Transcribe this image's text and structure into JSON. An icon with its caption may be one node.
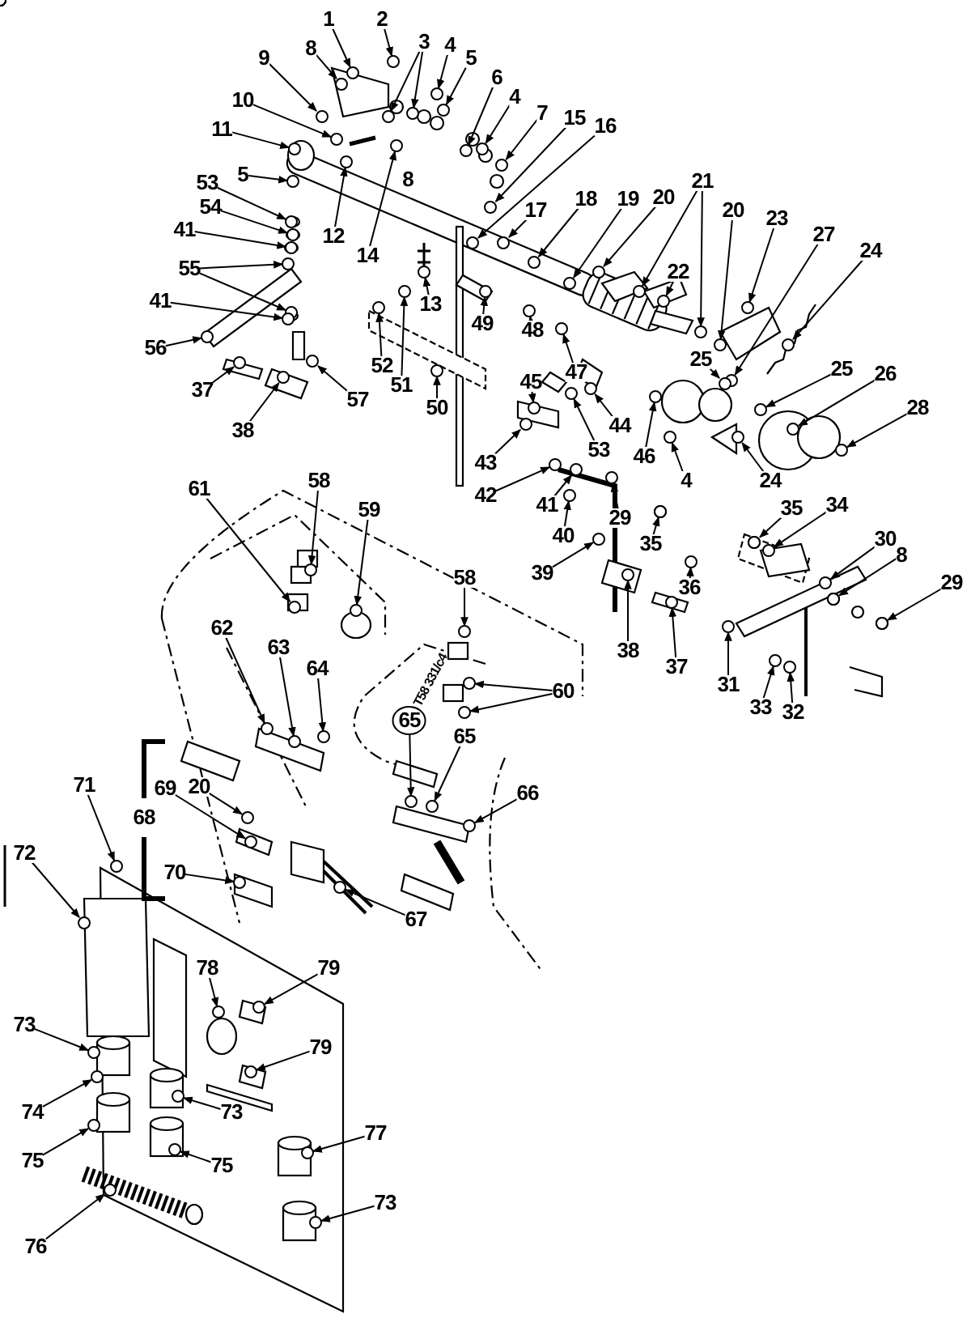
{
  "diagram": {
    "nodes": [
      {
        "text": [
          "1"
        ]
      },
      {
        "text": [
          "2"
        ]
      },
      {
        "text": [
          "3"
        ]
      },
      {
        "text": [
          "4"
        ]
      },
      {
        "text": [
          "5"
        ]
      },
      {
        "text": [
          "8"
        ]
      },
      {
        "text": [
          "9"
        ]
      },
      {
        "text": [
          "6"
        ]
      },
      {
        "text": [
          "4"
        ]
      },
      {
        "text": [
          "7"
        ]
      },
      {
        "text": [
          "10"
        ]
      },
      {
        "text": [
          "11"
        ]
      },
      {
        "text": [
          "15"
        ]
      },
      {
        "text": [
          "16"
        ]
      },
      {
        "text": [
          "5"
        ]
      },
      {
        "text": [
          "53"
        ]
      },
      {
        "text": [
          "54"
        ]
      },
      {
        "text": [
          "41"
        ]
      },
      {
        "text": [
          "12"
        ]
      },
      {
        "text": [
          "14"
        ]
      },
      {
        "text": [
          "13"
        ]
      },
      {
        "text": [
          "17"
        ]
      },
      {
        "text": [
          "18"
        ]
      },
      {
        "text": [
          "19"
        ]
      },
      {
        "text": [
          "20"
        ]
      },
      {
        "text": [
          "21"
        ]
      },
      {
        "text": [
          "20"
        ]
      },
      {
        "text": [
          "22"
        ]
      },
      {
        "text": [
          "23"
        ]
      },
      {
        "text": [
          "27"
        ]
      },
      {
        "text": [
          "24"
        ]
      },
      {
        "text": [
          "55"
        ]
      },
      {
        "text": [
          "41"
        ]
      },
      {
        "text": [
          "56"
        ]
      },
      {
        "text": [
          "49"
        ]
      },
      {
        "text": [
          "48"
        ]
      },
      {
        "text": [
          "52"
        ]
      },
      {
        "text": [
          "51"
        ]
      },
      {
        "text": [
          "50"
        ]
      },
      {
        "text": [
          "47"
        ]
      },
      {
        "text": [
          "45"
        ]
      },
      {
        "text": [
          "37"
        ]
      },
      {
        "text": [
          "57"
        ]
      },
      {
        "text": [
          "25"
        ]
      },
      {
        "text": [
          "25"
        ]
      },
      {
        "text": [
          "26"
        ]
      },
      {
        "text": [
          "38"
        ]
      },
      {
        "text": [
          "44"
        ]
      },
      {
        "text": [
          "28"
        ]
      },
      {
        "text": [
          "53"
        ]
      },
      {
        "text": [
          "46"
        ]
      },
      {
        "text": [
          "43"
        ]
      },
      {
        "text": [
          "4"
        ]
      },
      {
        "text": [
          "24"
        ]
      },
      {
        "text": [
          "61"
        ]
      },
      {
        "text": [
          "58"
        ]
      },
      {
        "text": [
          "42"
        ]
      },
      {
        "text": [
          "41"
        ]
      },
      {
        "text": [
          "59"
        ]
      },
      {
        "text": [
          "29"
        ]
      },
      {
        "text": [
          "35"
        ]
      },
      {
        "text": [
          "34"
        ]
      },
      {
        "text": [
          "40"
        ]
      },
      {
        "text": [
          "30"
        ]
      },
      {
        "text": [
          "35"
        ]
      },
      {
        "text": [
          "8"
        ]
      },
      {
        "text": [
          "39"
        ]
      },
      {
        "text": [
          "58"
        ]
      },
      {
        "text": [
          "29"
        ]
      },
      {
        "text": [
          "36"
        ]
      },
      {
        "text": [
          "62"
        ]
      },
      {
        "text": [
          "63"
        ]
      },
      {
        "text": [
          "38"
        ]
      },
      {
        "text": [
          "37"
        ]
      },
      {
        "text": [
          "64"
        ]
      },
      {
        "text": [
          "31"
        ]
      },
      {
        "text": [
          "60"
        ]
      },
      {
        "text": [
          "33"
        ]
      },
      {
        "text": [
          "32"
        ]
      },
      {
        "text": [
          "65"
        ]
      },
      {
        "text": [
          "65"
        ]
      },
      {
        "text": [
          "71"
        ]
      },
      {
        "text": [
          "20"
        ]
      },
      {
        "text": [
          "69"
        ]
      },
      {
        "text": [
          "66"
        ]
      },
      {
        "text": [
          "72"
        ]
      },
      {
        "text": [
          "70"
        ]
      },
      {
        "text": [
          "67"
        ]
      },
      {
        "text": [
          "78"
        ]
      },
      {
        "text": [
          "79"
        ]
      },
      {
        "text": [
          "73"
        ]
      },
      {
        "text": [
          "79"
        ]
      },
      {
        "text": [
          "73"
        ]
      },
      {
        "text": [
          "74"
        ]
      },
      {
        "text": [
          "77"
        ]
      },
      {
        "text": [
          "75"
        ]
      },
      {
        "text": [
          "75"
        ]
      },
      {
        "text": [
          "73"
        ]
      },
      {
        "text": [
          "76"
        ]
      },
      {
        "text": [],
        "shape": "circle"
      },
      {
        "text": [],
        "shape": "circle"
      },
      {
        "text": [],
        "shape": "circle"
      },
      {
        "text": [],
        "shape": "circle"
      },
      {
        "text": [],
        "shape": "circle"
      },
      {
        "text": [],
        "shape": "circle"
      },
      {
        "text": [],
        "shape": "circle"
      },
      {
        "text": [],
        "shape": "circle"
      },
      {
        "text": [],
        "shape": "circle"
      },
      {
        "text": [],
        "shape": "circle"
      },
      {
        "text": [],
        "shape": "circle"
      },
      {
        "text": [],
        "shape": "circle"
      },
      {
        "text": [],
        "shape": "circle"
      },
      {
        "text": [],
        "shape": "circle"
      },
      {
        "text": [],
        "shape": "circle"
      },
      {
        "text": [],
        "shape": "circle"
      },
      {
        "text": [],
        "shape": "circle"
      },
      {
        "text": [],
        "shape": "circle"
      },
      {
        "text": [],
        "shape": "circle"
      },
      {
        "text": [],
        "shape": "circle"
      },
      {
        "text": [],
        "shape": "circle"
      },
      {
        "text": [],
        "shape": "circle"
      },
      {
        "text": [],
        "shape": "circle"
      },
      {
        "text": [],
        "shape": "circle"
      },
      {
        "text": [],
        "shape": "circle"
      },
      {
        "text": [],
        "shape": "circle"
      },
      {
        "text": [],
        "shape": "circle"
      },
      {
        "text": [],
        "shape": "circle"
      },
      {
        "text": [],
        "shape": "circle"
      },
      {
        "text": [],
        "shape": "circle"
      },
      {
        "text": [],
        "shape": "circle"
      },
      {
        "text": [],
        "shape": "circle"
      },
      {
        "text": [],
        "shape": "circle"
      },
      {
        "text": [],
        "shape": "circle"
      },
      {
        "text": [],
        "shape": "circle"
      },
      {
        "text": [],
        "shape": "circle"
      },
      {
        "text": [],
        "shape": "circle"
      },
      {
        "text": [],
        "shape": "circle"
      },
      {
        "text": [],
        "shape": "circle"
      },
      {
        "text": [],
        "shape": "circle"
      },
      {
        "text": [],
        "shape": "circle"
      },
      {
        "text": [],
        "shape": "circle"
      },
      {
        "text": [],
        "shape": "circle"
      },
      {
        "text": [],
        "shape": "circle"
      },
      {
        "text": [],
        "shape": "circle"
      },
      {
        "text": [],
        "shape": "circle"
      },
      {
        "text": [],
        "shape": "circle"
      },
      {
        "text": [],
        "shape": "circle"
      },
      {
        "text": [],
        "shape": "circle"
      },
      {
        "text": [],
        "shape": "circle"
      },
      {
        "text": [],
        "shape": "circle"
      },
      {
        "text": [],
        "shape": "circle"
      },
      {
        "text": [],
        "shape": "circle"
      },
      {
        "text": [],
        "shape": "circle"
      },
      {
        "text": [],
        "shape": "circle"
      },
      {
        "text": [],
        "shape": "circle"
      },
      {
        "text": [],
        "shape": "circle"
      },
      {
        "text": [],
        "shape": "circle"
      },
      {
        "text": [],
        "shape": "circle"
      },
      {
        "text": [],
        "shape": "circle"
      },
      {
        "text": [],
        "shape": "circle"
      },
      {
        "text": [],
        "shape": "circle"
      },
      {
        "text": [],
        "shape": "circle"
      },
      {
        "text": [],
        "shape": "circle"
      },
      {
        "text": [],
        "shape": "circle"
      },
      {
        "text": [],
        "shape": "circle"
      },
      {
        "text": [],
        "shape": "circle"
      },
      {
        "text": [],
        "shape": "circle"
      },
      {
        "text": [],
        "shape": "circle"
      },
      {
        "text": [],
        "shape": "circle"
      },
      {
        "text": [],
        "shape": "circle"
      },
      {
        "text": [],
        "shape": "circle"
      },
      {
        "text": [],
        "shape": "circle"
      },
      {
        "text": [],
        "shape": "circle"
      },
      {
        "text": [],
        "shape": "circle"
      },
      {
        "text": [],
        "shape": "circle"
      },
      {
        "text": [],
        "shape": "circle"
      },
      {
        "text": [],
        "shape": "circle"
      },
      {
        "text": [],
        "shape": "circle"
      },
      {
        "text": [],
        "shape": "circle"
      },
      {
        "text": [],
        "shape": "circle"
      },
      {
        "text": [],
        "shape": "circle"
      },
      {
        "text": [],
        "shape": "circle"
      },
      {
        "text": [],
        "shape": "circle"
      },
      {
        "text": [],
        "shape": "circle"
      },
      {
        "text": [],
        "shape": "circle"
      },
      {
        "text": [],
        "shape": "circle"
      },
      {
        "text": [],
        "shape": "circle"
      },
      {
        "text": [],
        "shape": "circle"
      },
      {
        "text": [],
        "shape": "circle"
      },
      {
        "text": [],
        "shape": "circle"
      },
      {
        "text": [],
        "shape": "circle"
      },
      {
        "text": [],
        "shape": "circle"
      },
      {
        "text": [],
        "shape": "circle"
      },
      {
        "text": [],
        "shape": "circle"
      },
      {
        "text": [],
        "shape": "circle"
      },
      {
        "text": [],
        "shape": "circle"
      },
      {
        "text": [],
        "shape": "circle"
      },
      {
        "text": [],
        "shape": "circle"
      },
      {
        "text": [],
        "shape": "circle"
      },
      {
        "text": [],
        "shape": "circle"
      },
      {
        "text": [],
        "shape": "circle"
      },
      {
        "text": [],
        "shape": "circle"
      },
      {
        "text": [],
        "shape": "circle"
      },
      {
        "text": [],
        "shape": "circle"
      },
      {
        "text": [],
        "shape": "circle"
      },
      {
        "text": [],
        "shape": "circle"
      },
      {
        "text": [],
        "shape": "circle"
      },
      {
        "text": [],
        "shape": "circle"
      },
      {
        "text": [],
        "shape": "circle"
      },
      {
        "text": [],
        "shape": "circle"
      },
      {
        "text": [],
        "shape": "circle"
      },
      {
        "text": [],
        "shape": "circle"
      }
    ],
    "edges": [
      {
        "from": 0,
        "to": 99,
        "arrow": "to"
      },
      {
        "from": 1,
        "to": 100,
        "arrow": "to"
      },
      {
        "from": 2,
        "to": 101,
        "arrow": "to"
      },
      {
        "from": 2,
        "to": 102,
        "arrow": "to"
      },
      {
        "from": 3,
        "to": 103,
        "arrow": "to"
      },
      {
        "from": 4,
        "to": 104,
        "arrow": "to"
      },
      {
        "from": 5,
        "to": 105,
        "arrow": "to"
      },
      {
        "from": 6,
        "to": 106,
        "arrow": "to"
      },
      {
        "from": 7,
        "to": 107,
        "arrow": "to"
      },
      {
        "from": 8,
        "to": 108,
        "arrow": "to"
      },
      {
        "from": 9,
        "to": 109,
        "arrow": "to"
      },
      {
        "from": 10,
        "to": 110,
        "arrow": "to"
      },
      {
        "from": 11,
        "to": 111,
        "arrow": "to"
      },
      {
        "from": 12,
        "to": 112,
        "arrow": "to"
      },
      {
        "from": 13,
        "to": 113,
        "arrow": "to"
      },
      {
        "from": 14,
        "to": 114,
        "arrow": "to"
      },
      {
        "from": 15,
        "to": 115,
        "arrow": "to"
      },
      {
        "from": 16,
        "to": 116,
        "arrow": "to"
      },
      {
        "from": 17,
        "to": 117,
        "arrow": "to"
      },
      {
        "from": 18,
        "to": 118,
        "arrow": "to"
      },
      {
        "from": 19,
        "to": 119,
        "arrow": "to"
      },
      {
        "from": 20,
        "to": 120,
        "arrow": "to"
      },
      {
        "from": 21,
        "to": 121,
        "arrow": "to"
      },
      {
        "from": 22,
        "to": 122,
        "arrow": "to"
      },
      {
        "from": 23,
        "to": 123,
        "arrow": "to"
      },
      {
        "from": 24,
        "to": 124,
        "arrow": "to"
      },
      {
        "from": 25,
        "to": 125,
        "arrow": "to"
      },
      {
        "from": 25,
        "to": 126,
        "arrow": "to"
      },
      {
        "from": 26,
        "to": 127,
        "arrow": "to"
      },
      {
        "from": 27,
        "to": 128,
        "arrow": "to"
      },
      {
        "from": 28,
        "to": 129,
        "arrow": "to"
      },
      {
        "from": 29,
        "to": 130,
        "arrow": "to"
      },
      {
        "from": 30,
        "to": 131,
        "arrow": "to"
      },
      {
        "from": 31,
        "to": 132,
        "arrow": "to"
      },
      {
        "from": 31,
        "to": 133,
        "arrow": "to"
      },
      {
        "from": 32,
        "to": 134,
        "arrow": "to"
      },
      {
        "from": 33,
        "to": 135,
        "arrow": "to"
      },
      {
        "from": 34,
        "to": 136,
        "arrow": "to"
      },
      {
        "from": 35,
        "to": 137,
        "arrow": "to"
      },
      {
        "from": 36,
        "to": 138,
        "arrow": "to"
      },
      {
        "from": 37,
        "to": 139,
        "arrow": "to"
      },
      {
        "from": 38,
        "to": 140,
        "arrow": "to"
      },
      {
        "from": 39,
        "to": 141,
        "arrow": "to"
      },
      {
        "from": 40,
        "to": 142,
        "arrow": "to"
      },
      {
        "from": 41,
        "to": 143,
        "arrow": "to"
      },
      {
        "from": 42,
        "to": 144,
        "arrow": "to"
      },
      {
        "from": 43,
        "to": 145,
        "arrow": "to"
      },
      {
        "from": 44,
        "to": 146,
        "arrow": "to"
      },
      {
        "from": 45,
        "to": 147,
        "arrow": "to"
      },
      {
        "from": 46,
        "to": 148,
        "arrow": "to"
      },
      {
        "from": 47,
        "to": 149,
        "arrow": "to"
      },
      {
        "from": 48,
        "to": 150,
        "arrow": "to"
      },
      {
        "from": 49,
        "to": 151,
        "arrow": "to"
      },
      {
        "from": 50,
        "to": 152,
        "arrow": "to"
      },
      {
        "from": 51,
        "to": 153,
        "arrow": "to"
      },
      {
        "from": 52,
        "to": 154,
        "arrow": "to"
      },
      {
        "from": 53,
        "to": 155,
        "arrow": "to"
      },
      {
        "from": 54,
        "to": 156,
        "arrow": "to"
      },
      {
        "from": 55,
        "to": 157,
        "arrow": "to"
      },
      {
        "from": 56,
        "to": 158,
        "arrow": "to"
      },
      {
        "from": 57,
        "to": 159,
        "arrow": "to"
      },
      {
        "from": 58,
        "to": 160,
        "arrow": "to"
      },
      {
        "from": 59,
        "to": 161,
        "arrow": "to"
      },
      {
        "from": 60,
        "to": 162,
        "arrow": "to"
      },
      {
        "from": 61,
        "to": 163,
        "arrow": "to"
      },
      {
        "from": 62,
        "to": 164,
        "arrow": "to"
      },
      {
        "from": 63,
        "to": 165,
        "arrow": "to"
      },
      {
        "from": 64,
        "to": 166,
        "arrow": "to"
      },
      {
        "from": 65,
        "to": 167,
        "arrow": "to"
      },
      {
        "from": 66,
        "to": 168,
        "arrow": "to"
      },
      {
        "from": 67,
        "to": 169,
        "arrow": "to"
      },
      {
        "from": 68,
        "to": 170,
        "arrow": "to"
      },
      {
        "from": 69,
        "to": 171,
        "arrow": "to"
      },
      {
        "from": 70,
        "to": 172,
        "arrow": "to"
      },
      {
        "from": 71,
        "to": 173,
        "arrow": "to"
      },
      {
        "from": 72,
        "to": 174,
        "arrow": "to"
      },
      {
        "from": 73,
        "to": 175,
        "arrow": "to"
      },
      {
        "from": 74,
        "to": 176,
        "arrow": "to"
      },
      {
        "from": 75,
        "to": 177,
        "arrow": "to"
      },
      {
        "from": 76,
        "to": 178,
        "arrow": "to"
      },
      {
        "from": 76,
        "to": 179,
        "arrow": "to"
      },
      {
        "from": 77,
        "to": 180,
        "arrow": "to"
      },
      {
        "from": 78,
        "to": 181,
        "arrow": "to"
      },
      {
        "from": 79,
        "to": 182,
        "arrow": "to"
      },
      {
        "from": 80,
        "to": 183,
        "arrow": "to"
      },
      {
        "from": 81,
        "to": 184,
        "arrow": "to"
      },
      {
        "from": 82,
        "to": 185,
        "arrow": "to"
      },
      {
        "from": 83,
        "to": 186,
        "arrow": "to"
      },
      {
        "from": 84,
        "to": 187,
        "arrow": "to"
      },
      {
        "from": 85,
        "to": 188,
        "arrow": "to"
      },
      {
        "from": 86,
        "to": 189,
        "arrow": "to"
      },
      {
        "from": 87,
        "to": 190,
        "arrow": "to"
      },
      {
        "from": 88,
        "to": 191,
        "arrow": "to"
      },
      {
        "from": 89,
        "to": 192,
        "arrow": "to"
      },
      {
        "from": 90,
        "to": 193,
        "arrow": "to"
      },
      {
        "from": 91,
        "to": 194,
        "arrow": "to"
      },
      {
        "from": 92,
        "to": 195,
        "arrow": "to"
      },
      {
        "from": 93,
        "to": 196,
        "arrow": "to"
      },
      {
        "from": 94,
        "to": 197,
        "arrow": "to"
      },
      {
        "from": 95,
        "to": 198,
        "arrow": "to"
      },
      {
        "from": 96,
        "to": 199,
        "arrow": "to"
      },
      {
        "from": 97,
        "to": 200,
        "arrow": "to"
      },
      {
        "from": 98,
        "to": 201,
        "arrow": "to"
      }
    ],
    "labels": [
      "8",
      "T58 331/c4",
      "68"
    ]
  }
}
